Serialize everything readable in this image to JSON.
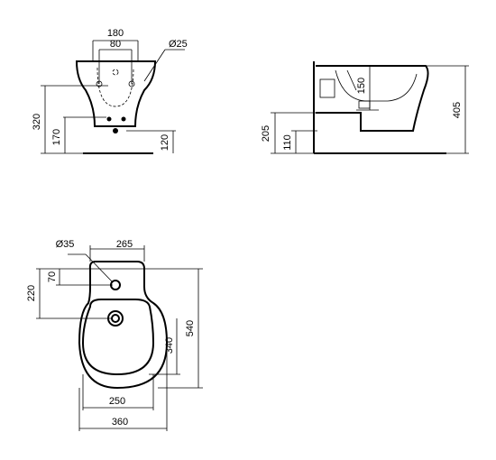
{
  "front_view": {
    "top_width": "180",
    "hole_spacing": "80",
    "hole_diameter": "Ø25",
    "total_height": "320",
    "hole_height": "170",
    "bottom_height": "120"
  },
  "side_view": {
    "upper_height": "150",
    "total_height": "405",
    "fix_height": "205",
    "bottom_height": "110"
  },
  "top_view": {
    "tap_diameter": "Ø35",
    "tap_offset": "265",
    "tap_depth": "70",
    "waste_depth": "220",
    "bowl_length": "340",
    "total_length": "540",
    "bowl_width": "250",
    "total_width": "360"
  }
}
